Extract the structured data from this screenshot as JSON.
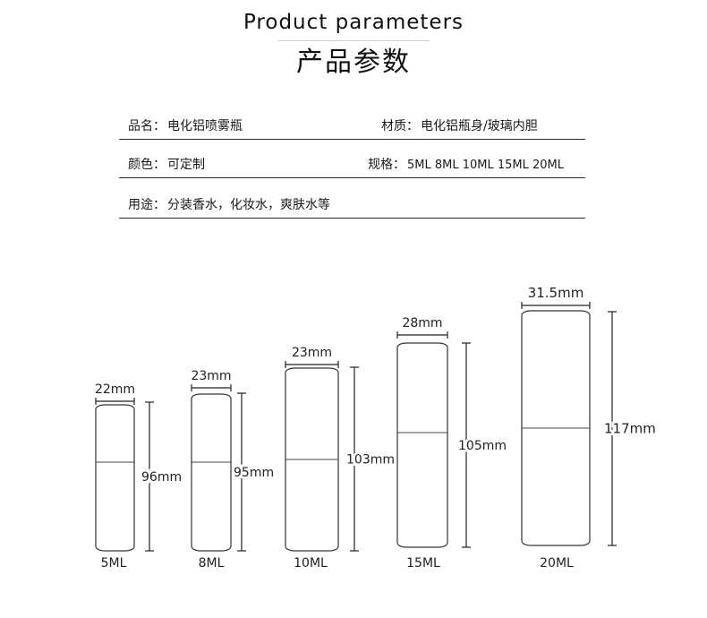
{
  "header": {
    "title_en": "Product parameters",
    "title_cn": "产品参数"
  },
  "specs": {
    "name": {
      "label": "品名：",
      "value": "电化铝喷雾瓶"
    },
    "material": {
      "label": "材质：",
      "value": "电化铝瓶身/玻璃内胆"
    },
    "color": {
      "label": "颜色：",
      "value": "可定制"
    },
    "size": {
      "label": "规格：",
      "value": "5ML 8ML 10ML 15ML 20ML"
    },
    "usage": {
      "label": "用途：",
      "value": "分装香水，化妆水，爽肤水等"
    }
  },
  "bottles": [
    {
      "name": "5ML",
      "width_label": "22mm",
      "height_label": "96mm"
    },
    {
      "name": "8ML",
      "width_label": "23mm",
      "height_label": "95mm"
    },
    {
      "name": "10ML",
      "width_label": "23mm",
      "height_label": "103mm"
    },
    {
      "name": "15ML",
      "width_label": "28mm",
      "height_label": "105mm"
    },
    {
      "name": "20ML",
      "width_label": "31.5mm",
      "height_label": "117mm"
    }
  ]
}
